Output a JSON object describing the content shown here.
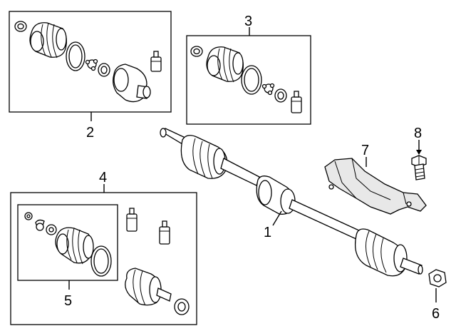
{
  "diagram": {
    "callouts": {
      "c1": "1",
      "c2": "2",
      "c3": "3",
      "c4": "4",
      "c5": "5",
      "c6": "6",
      "c7": "7",
      "c8": "8"
    },
    "colors": {
      "line": "#000000",
      "background": "#ffffff",
      "shade": "#e8e8e8"
    }
  }
}
